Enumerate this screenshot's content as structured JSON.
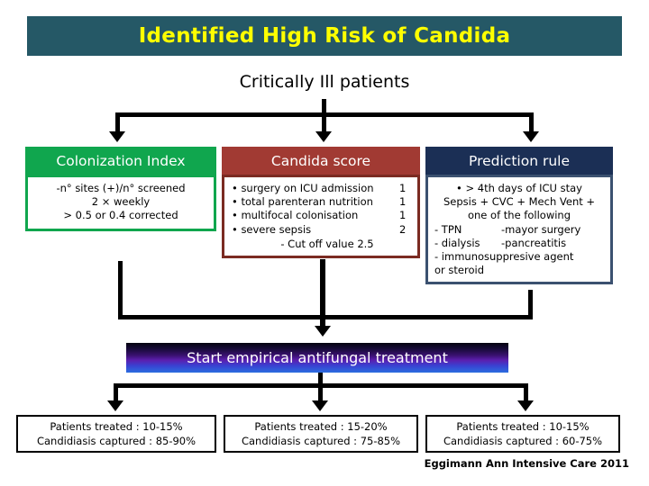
{
  "title": {
    "text": "Identified High Risk of Candida",
    "banner_color": "#255866",
    "text_color": "#ffff00"
  },
  "subtitle": {
    "text": "Critically Ill patients"
  },
  "columns": [
    {
      "id": "colonization-index",
      "header": "Colonization Index",
      "accent_color": "#10a64e",
      "lines": [
        "-n° sites (+)/n° screened",
        "2 × weekly",
        "> 0.5 or 0.4 corrected"
      ]
    },
    {
      "id": "candida-score",
      "header": "Candida score",
      "accent_color": "#a13a33",
      "criteria": [
        {
          "label": "• surgery on ICU admission",
          "points": "1"
        },
        {
          "label": "• total parenteran nutrition",
          "points": "1"
        },
        {
          "label": "• multifocal colonisation",
          "points": "1"
        },
        {
          "label": "• severe sepsis",
          "points": "2"
        }
      ],
      "cutoff": "- Cut off value 2.5"
    },
    {
      "id": "prediction-rule",
      "header": "Prediction rule",
      "accent_color": "#1b2f55",
      "lines": [
        "• > 4th  days of ICU stay",
        "Sepsis + CVC + Mech Vent +",
        "one of the following"
      ],
      "pairs": [
        {
          "left": "- TPN",
          "right": "-mayor surgery"
        },
        {
          "left": "- dialysis",
          "right": "-pancreatitis"
        }
      ],
      "tail": [
        "- immunosuppresive agent",
        "or steroid"
      ]
    }
  ],
  "treatment": {
    "text": "Start empirical antifungal treatment"
  },
  "outcomes": [
    {
      "treated": "Patients treated : 10-15%",
      "captured": "Candidiasis captured : 85-90%"
    },
    {
      "treated": "Patients treated : 15-20%",
      "captured": "Candidiasis captured : 75-85%"
    },
    {
      "treated": "Patients treated : 10-15%",
      "captured": "Candidiasis captured : 60-75%"
    }
  ],
  "citation": {
    "text": "Eggimann  Ann Intensive Care 2011"
  }
}
